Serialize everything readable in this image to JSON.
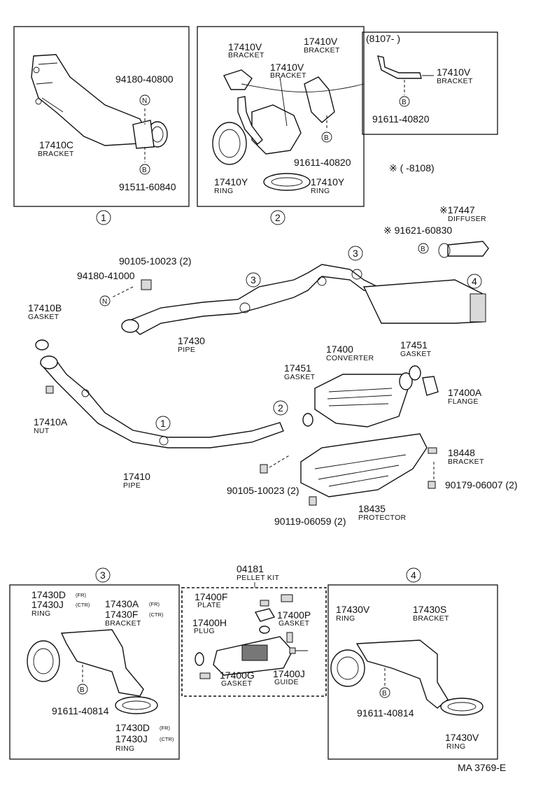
{
  "panel1": {
    "bracket_code": "17410C",
    "bracket_name": "BRACKET",
    "nut_code": "94180-40800",
    "bolt_code": "91511-60840",
    "marker_n": "N",
    "marker_b": "B",
    "label": "1"
  },
  "panel2": {
    "left_bracket_code": "17410V",
    "left_bracket_name": "BRACKET",
    "mid_bracket_code": "17410V",
    "mid_bracket_name": "BRACKET",
    "right_bracket_code": "17410V",
    "right_bracket_name": "BRACKET",
    "bolt_code": "91611-40820",
    "marker_b": "B",
    "ring1_code": "17410Y",
    "ring1_name": "RING",
    "ring2_code": "17410Y",
    "ring2_name": "RING",
    "label": "2"
  },
  "panel2b": {
    "header": "(8107-        )",
    "bracket_code": "17410V",
    "bracket_name": "BRACKET",
    "bolt_code": "91611-40820",
    "marker_b": "B"
  },
  "note_range": "※ (      -8108)",
  "main": {
    "diffuser_code": "※17447",
    "diffuser_name": "DIFFUSER",
    "diffuser_bolt": "※ 91621-60830",
    "bolt_top_code": "90105-10023 (2)",
    "nut_top_code": "94180-41000",
    "gasket_b_code": "17410B",
    "gasket_b_name": "GASKET",
    "pipe2_code": "17430",
    "pipe2_name": "PIPE",
    "converter_code": "17400",
    "converter_name": "CONVERTER",
    "gasket1_code": "17451",
    "gasket1_name": "GASKET",
    "gasket2_code": "17451",
    "gasket2_name": "GASKET",
    "flange_code": "17400A",
    "flange_name": "FLANGE",
    "nut_code": "17410A",
    "nut_name": "NUT",
    "pipe1_code": "17410",
    "pipe1_name": "PIPE",
    "bracket_code": "18448",
    "bracket_name": "BRACKET",
    "nut2_code": "90179-06007 (2)",
    "bolt_bottom_code": "90105-10023 (2)",
    "protector_code": "18435",
    "protector_name": "PROTECTOR",
    "bolt3_code": "90119-06059 (2)",
    "marker_n": "N",
    "marker_b": "B",
    "callout1": "1",
    "callout2": "2",
    "callout3a": "3",
    "callout3b": "3",
    "callout4": "4"
  },
  "panel3": {
    "label": "3",
    "ring_top1": "17430D",
    "ring_top1_tag": "(FR)",
    "ring_top2": "17430J",
    "ring_top2_tag": "(CTR)",
    "ring_top_name": "RING",
    "bracket1": "17430A",
    "bracket1_tag": "(FR)",
    "bracket2": "17430F",
    "bracket2_tag": "(CTR)",
    "bracket_name": "BRACKET",
    "bolt_code": "91611-40814",
    "marker_b": "B",
    "ring_bot1": "17430D",
    "ring_bot1_tag": "(FR)",
    "ring_bot2": "17430J",
    "ring_bot2_tag": "(CTR)",
    "ring_bot_name": "RING"
  },
  "pellet": {
    "kit_code": "04181",
    "kit_name": "PELLET KIT",
    "plate_code": "17400F",
    "plate_name": "PLATE",
    "plug_code": "17400H",
    "plug_name": "PLUG",
    "gasket_p_code": "17400P",
    "gasket_p_name": "GASKET",
    "gasket_g_code": "17400G",
    "gasket_g_name": "GASKET",
    "guide_code": "17400J",
    "guide_name": "GUIDE"
  },
  "panel4": {
    "label": "4",
    "ring_top_code": "17430V",
    "ring_top_name": "RING",
    "bracket_code": "17430S",
    "bracket_name": "BRACKET",
    "bolt_code": "91611-40814",
    "marker_b": "B",
    "ring_bot_code": "17430V",
    "ring_bot_name": "RING"
  },
  "footer_ref": "MA 3769-E"
}
